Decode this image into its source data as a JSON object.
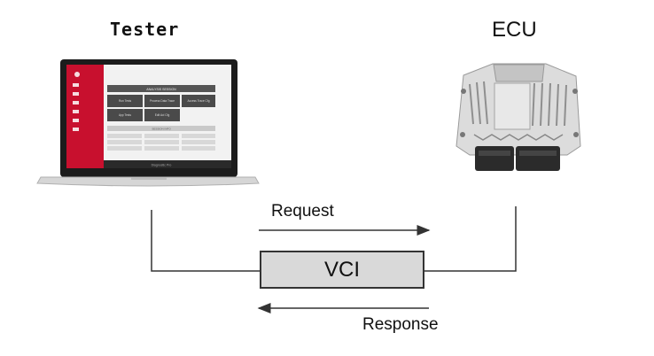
{
  "tester": {
    "label": "Tester"
  },
  "ecu": {
    "label": "ECU"
  },
  "vci": {
    "label": "VCI"
  },
  "arrows": {
    "request": "Request",
    "response": "Response"
  },
  "laptop_screen": {
    "header": "ANALYSIS SESSION",
    "tiles": [
      "Run Tests",
      "Process Data Trace",
      "Access Trace Cfg",
      "App Tests",
      "Edit Acl Cfg"
    ],
    "section_title": "SESSION INFO",
    "brand": "Diagnostic Pro"
  },
  "colors": {
    "line": "#333333",
    "box_fill": "#d9d9d9",
    "laptop_sidebar": "#c8102e"
  }
}
